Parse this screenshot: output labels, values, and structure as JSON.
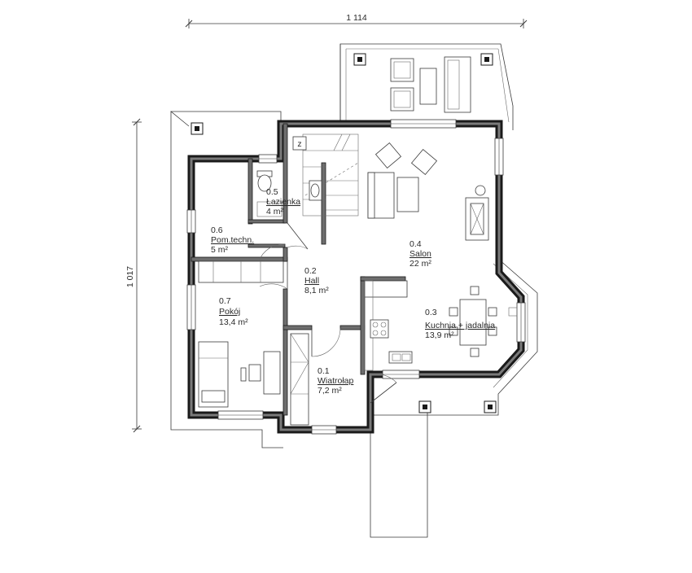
{
  "dimensions": {
    "width": "1 114",
    "height": "1 017"
  },
  "rooms": [
    {
      "number": "0.1",
      "name": "Wiatrołap",
      "area": "7,2 m²"
    },
    {
      "number": "0.2",
      "name": "Hall",
      "area": "8,1 m²"
    },
    {
      "number": "0.3",
      "name": "Kuchnia + jadalnia",
      "area": "13,9 m²"
    },
    {
      "number": "0.4",
      "name": "Salon",
      "area": "22 m²"
    },
    {
      "number": "0.5",
      "name": "Łazienka",
      "area": "4 m²"
    },
    {
      "number": "0.6",
      "name": "Pom.techn.",
      "area": "5 m²"
    },
    {
      "number": "0.7",
      "name": "Pokój",
      "area": "13,4 m²"
    }
  ],
  "stair_mark": "z",
  "colors": {
    "wall": "#1a1a1a",
    "wall_fill": "#6e6e6e",
    "line": "#3a3a3a"
  }
}
